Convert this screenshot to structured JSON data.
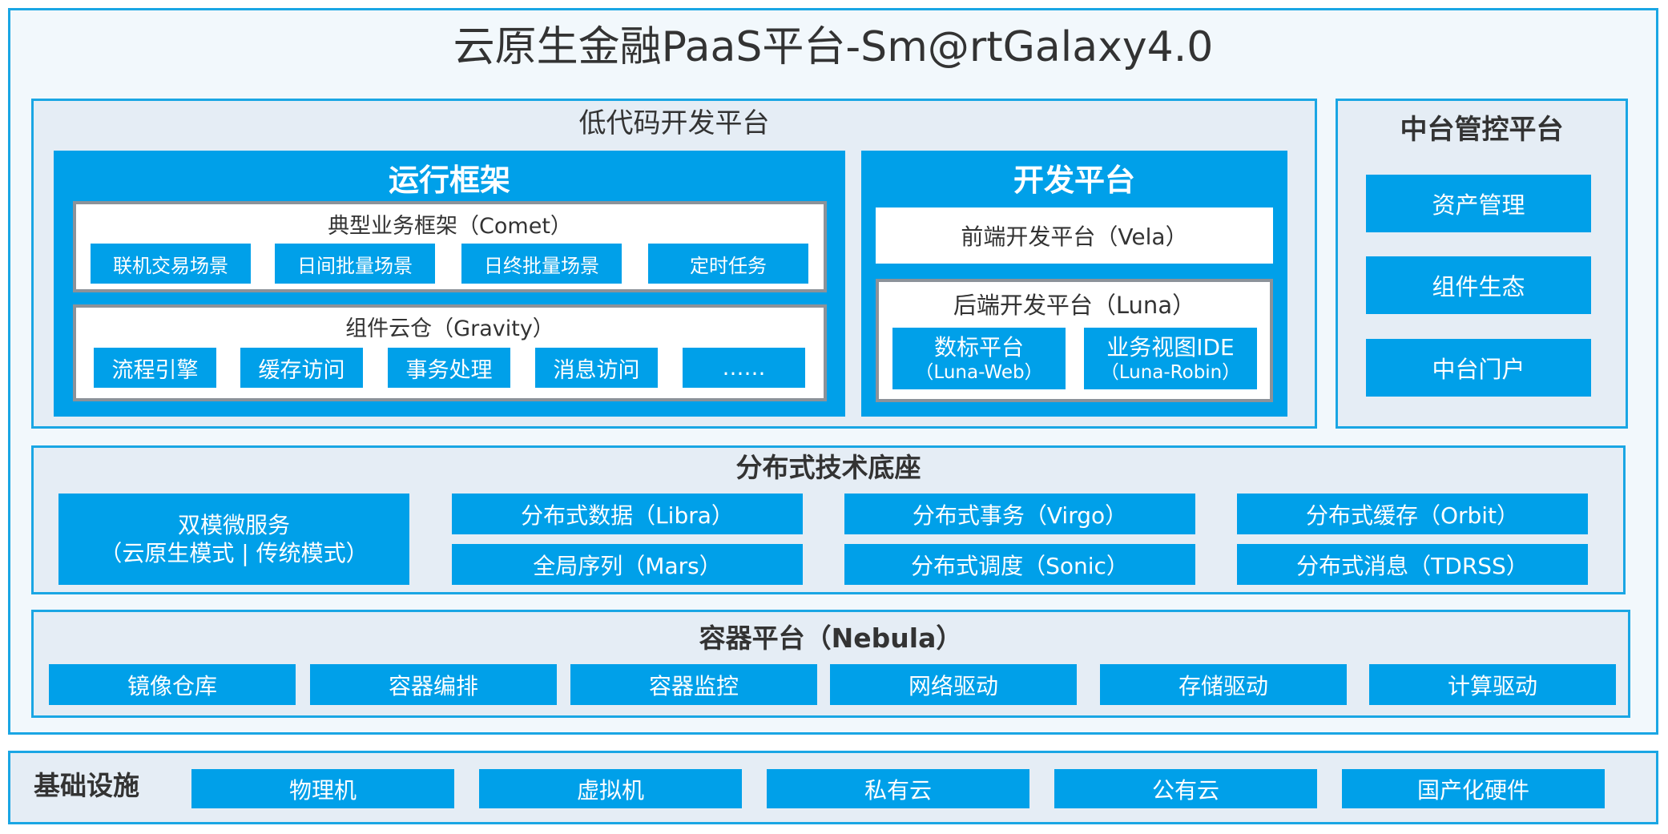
{
  "title": "云原生金融PaaS平台-Sm@rtGalaxy4.0",
  "lowcode": {
    "title": "低代码开发平台",
    "runtime": {
      "title": "运行框架",
      "typical": {
        "title": "典型业务框架（Comet）",
        "items": [
          "联机交易场景",
          "日间批量场景",
          "日终批量场景",
          "定时任务"
        ]
      },
      "gravity": {
        "title": "组件云仓（Gravity）",
        "items": [
          "流程引擎",
          "缓存访问",
          "事务处理",
          "消息访问",
          "……"
        ]
      }
    },
    "dev": {
      "title": "开发平台",
      "frontend": "前端开发平台（Vela）",
      "backend": {
        "title": "后端开发平台（Luna）",
        "items": [
          {
            "name": "数标平台",
            "sub": "（Luna-Web）"
          },
          {
            "name": "业务视图IDE",
            "sub": "（Luna-Robin）"
          }
        ]
      }
    }
  },
  "midplatform": {
    "title": "中台管控平台",
    "items": [
      "资产管理",
      "组件生态",
      "中台门户"
    ]
  },
  "distributed": {
    "title": "分布式技术底座",
    "dual": {
      "line1": "双模微服务",
      "line2": "（云原生模式 | 传统模式）"
    },
    "items": [
      "分布式数据（Libra）",
      "全局序列（Mars）",
      "分布式事务（Virgo）",
      "分布式调度（Sonic）",
      "分布式缓存（Orbit）",
      "分布式消息（TDRSS）"
    ]
  },
  "container": {
    "title": "容器平台（Nebula）",
    "items": [
      "镜像仓库",
      "容器编排",
      "容器监控",
      "网络驱动",
      "存储驱动",
      "计算驱动"
    ]
  },
  "infra": {
    "title": "基础设施",
    "items": [
      "物理机",
      "虚拟机",
      "私有云",
      "公有云",
      "国产化硬件"
    ]
  },
  "colors": {
    "accent": "#00a0e9",
    "border": "#1aa6e4",
    "panel": "#e5edf5",
    "outer": "#f2f8fc",
    "text": "#333333"
  }
}
